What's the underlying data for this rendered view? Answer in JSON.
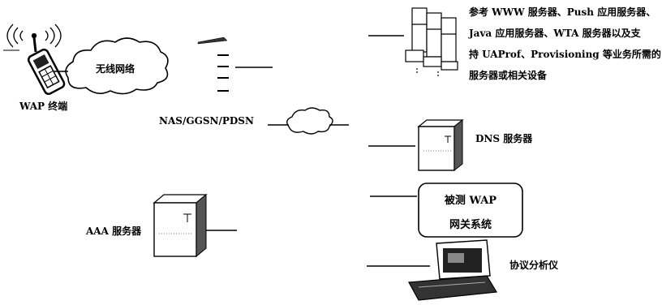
{
  "nodes": {
    "wap_terminal": {
      "label": "WAP 终端"
    },
    "wireless_network": {
      "label": "无线网络"
    },
    "nas_gateway": {
      "label": "NAS/GGSN/PDSN"
    },
    "app_servers": {
      "lines": [
        "参考 WWW 服务器、Push 应用服务器、",
        "Java 应用服务器、WTA 服务器以及支",
        "持 UAProf、Provisioning 等业务所需的",
        "服务器或相关设备"
      ]
    },
    "dns_server": {
      "label": "DNS 服务器"
    },
    "aaa_server": {
      "label": "AAA 服务器"
    },
    "wap_gateway": {
      "line1": "被测 WAP",
      "line2": "网关系统"
    },
    "protocol_analyzer": {
      "label": "协议分析仪"
    }
  },
  "colors": {
    "ink": "#000000",
    "paper": "#ffffff",
    "shade": "#333333"
  },
  "icons": [
    "antenna-waves-icon",
    "mobile-phone-icon",
    "cloud-icon",
    "server-tower-icon",
    "server-rack-icon",
    "laptop-icon"
  ]
}
